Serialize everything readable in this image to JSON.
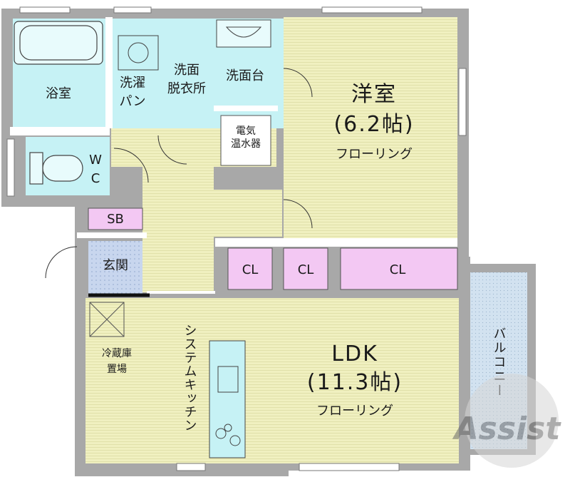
{
  "rooms": {
    "bath": "浴室",
    "laundry": [
      "洗濯",
      "パン"
    ],
    "dressing": [
      "洗面",
      "脱衣所"
    ],
    "washstand": "洗面台",
    "water_heater": [
      "電気",
      "温水器"
    ],
    "wc": [
      "W",
      "C"
    ],
    "western": {
      "name": "洋室",
      "size": "(6.2帖)",
      "floor": "フローリング"
    },
    "sb": "SB",
    "entrance": "玄関",
    "closet_1": "CL",
    "closet_2": "CL",
    "closet_3": "CL",
    "fridge": [
      "冷蔵庫",
      "置場"
    ],
    "kitchen": "システムキッチン",
    "ldk": {
      "name": "LDK",
      "size": "(11.3帖)",
      "floor": "フローリング"
    },
    "balcony": "バルコニー"
  },
  "watermark": "Assist",
  "colors": {
    "wall": "#9a9a9a",
    "wet_area": "#c6f2f5",
    "floor": "#f0f0c0",
    "closet": "#f3c8f3",
    "entrance": "#c8d6ee",
    "balcony": "#d2e2f0"
  }
}
